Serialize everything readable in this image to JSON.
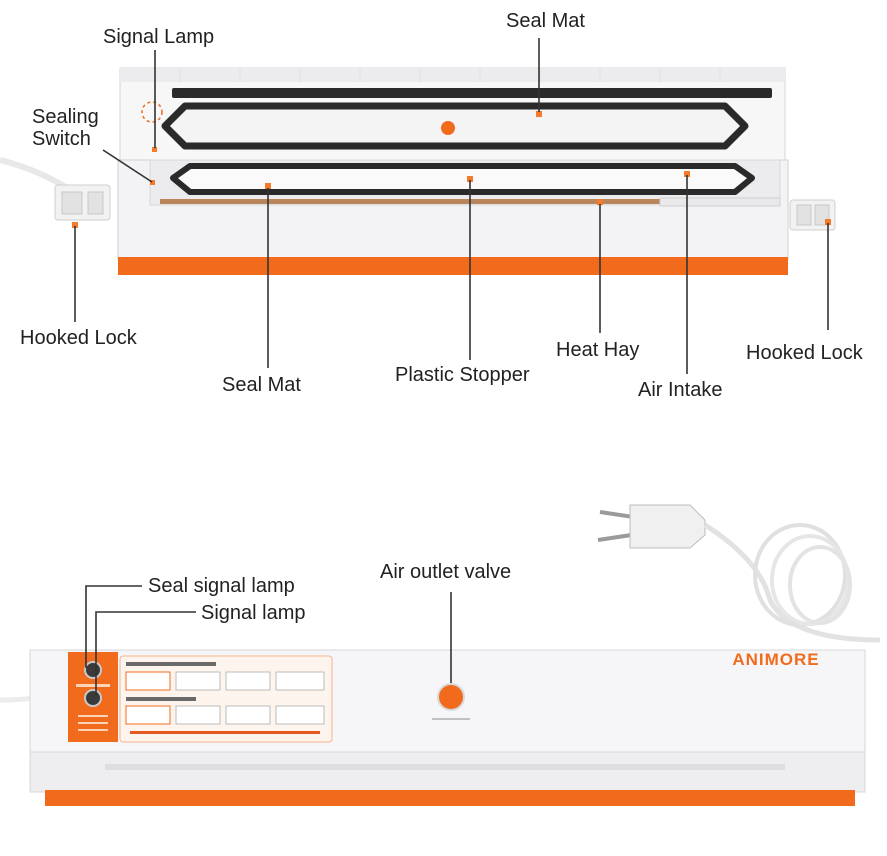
{
  "labels": {
    "seal_mat_top": "Seal Mat",
    "signal_lamp_top": "Signal Lamp",
    "sealing_switch_line1": "Sealing",
    "sealing_switch_line2": "Switch",
    "hooked_lock_left": "Hooked Lock",
    "seal_mat_bottom": "Seal Mat",
    "plastic_stopper": "Plastic Stopper",
    "heat_hay": "Heat Hay",
    "air_intake": "Air Intake",
    "hooked_lock_right": "Hooked Lock",
    "seal_signal_lamp": "Seal signal lamp",
    "signal_lamp_bottom": "Signal lamp",
    "air_outlet_valve": "Air outlet valve"
  },
  "brand": {
    "logo_text": "ANIMORE"
  },
  "colors": {
    "accent": "#f26b1d",
    "device_body": "#f4f4f6",
    "gasket": "#2a2a2a",
    "marker": "#f47a2c"
  }
}
